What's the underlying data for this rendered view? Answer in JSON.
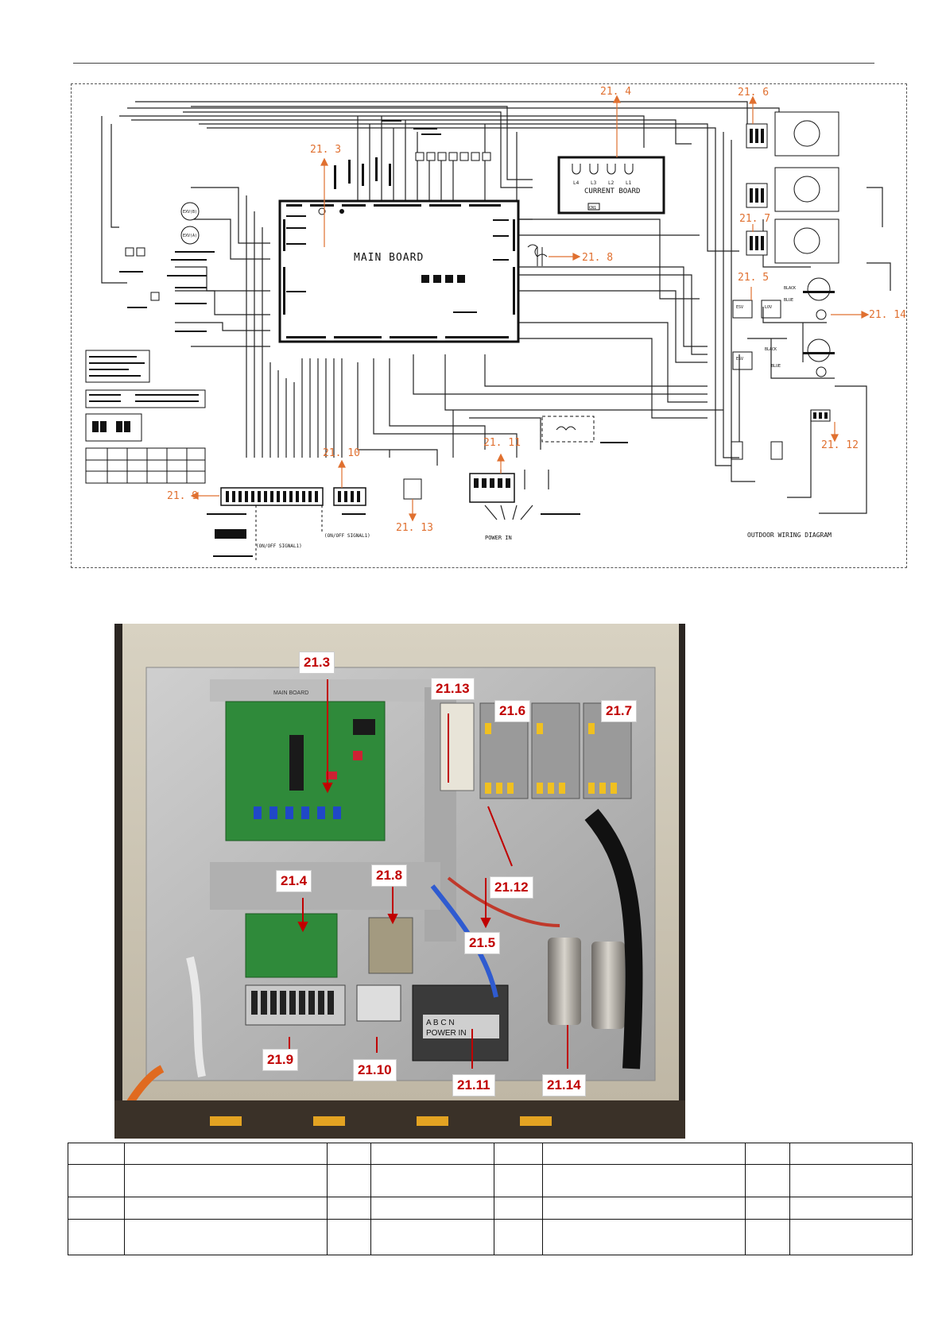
{
  "diagram": {
    "main_board_label": "MAIN BOARD",
    "current_board_label": "CURRENT BOARD",
    "current_board_terminals": [
      "L4",
      "L3",
      "L2",
      "L1"
    ],
    "current_board_port": "CN1",
    "power_in_label": "POWER IN",
    "onoff_signal_1": "(ON/OFF SIGNAL1)",
    "onoff_signal_2": "(ON/OFF SIGNAL1)",
    "diagram_title": "OUTDOOR WIRING DIAGRAM",
    "wire_black_1": "BLACK",
    "wire_blue_1": "BLUE",
    "wire_black_2": "BLACK",
    "wire_blue_2": "BLUE",
    "valve_1": "EXV(B)",
    "valve_2": "EXV(A)",
    "relay_esv_1": "ESV",
    "relay_lov": "LOV",
    "relay_esv_2": "ESV",
    "callouts": {
      "c21_3": "21. 3",
      "c21_4": "21. 4",
      "c21_5": "21. 5",
      "c21_6": "21. 6",
      "c21_7": "21. 7",
      "c21_8": "21. 8",
      "c21_9": "21. 9",
      "c21_10": "21. 10",
      "c21_11": "21. 11",
      "c21_12": "21. 12",
      "c21_13": "21. 13",
      "c21_14": "21. 14"
    }
  },
  "photo": {
    "labels": {
      "p21_3": "21.3",
      "p21_13": "21.13",
      "p21_6": "21.6",
      "p21_7": "21.7",
      "p21_4": "21.4",
      "p21_8": "21.8",
      "p21_12": "21.12",
      "p21_5": "21.5",
      "p21_9": "21.9",
      "p21_10": "21.10",
      "p21_11": "21.11",
      "p21_14": "21.14"
    },
    "power_terminal_letters": "A  B  C  N",
    "power_in_text": "POWER  IN",
    "main_board_sticker": "MAIN BOARD"
  },
  "legend_table": {
    "rows": 4,
    "cols": 8
  }
}
